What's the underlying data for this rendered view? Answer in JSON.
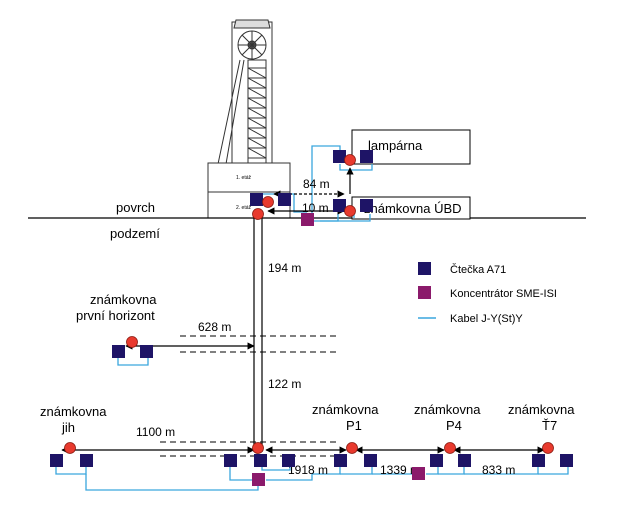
{
  "labels": {
    "lamparna": "lampárna",
    "znamkovna_ubd": "známkovna ÚBD",
    "povrch": "povrch",
    "podzemi": "podzemí",
    "prvni_line1": "známkovna",
    "prvni_line2": "první horizont",
    "jih_line1": "známkovna",
    "jih_line2": "jih",
    "p1_line1": "známkovna",
    "p1_line2": "P1",
    "p4_line1": "známkovna",
    "p4_line2": "P4",
    "t7_line1": "známkovna",
    "t7_line2": "Ť7",
    "etaz1": "1. etáž",
    "etaz2": "2. etáž"
  },
  "distances": {
    "d84": "84 m",
    "d10": "10 m",
    "d194": "194 m",
    "d628": "628 m",
    "d122": "122 m",
    "d1100": "1100 m",
    "d1918": "1918 m",
    "d1339": "1339 m",
    "d833": "833 m"
  },
  "legend": {
    "reader": "Čtečka A71",
    "concentrator": "Koncentrátor SME-ISI",
    "cable": "Kabel J-Y(St)Y"
  },
  "colors": {
    "reader": "#1e1466",
    "concentrator": "#8b1a6b",
    "cable": "#3aa6dd",
    "node": "#e83a2e",
    "line": "#000000"
  }
}
